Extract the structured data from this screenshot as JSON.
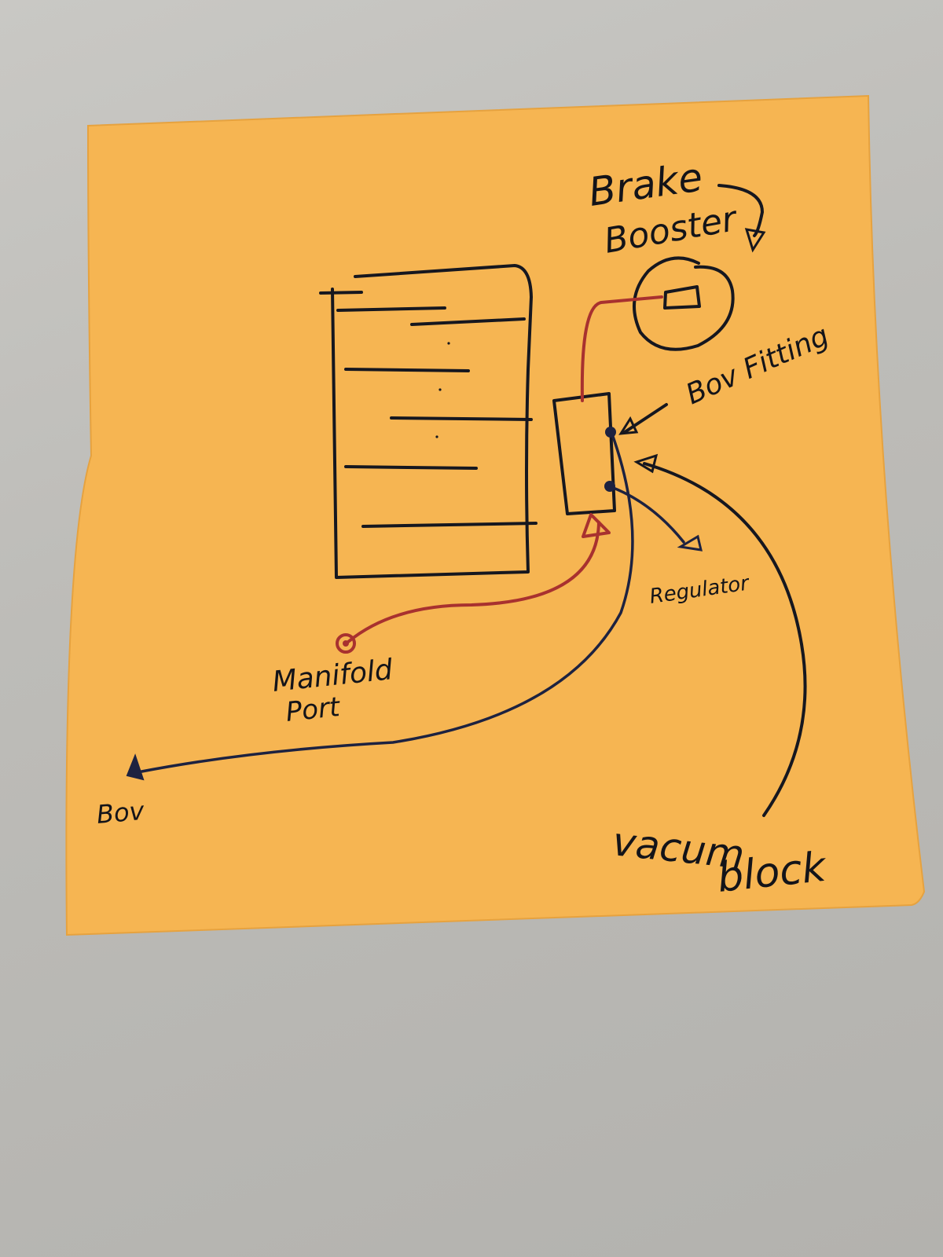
{
  "colors": {
    "note": "#f6b552",
    "background": "#c3c2be",
    "ink_black": "#16171f",
    "ink_blue": "#1d2240",
    "ink_red": "#a8312f"
  },
  "labels": {
    "brake_booster_line1": "Brake",
    "brake_booster_line2": "Booster",
    "bov_fitting": "Bov Fitting",
    "regulator": "Regulator",
    "manifold_port_line1": "Manifold",
    "manifold_port_line2": "Port",
    "bov": "Bov",
    "vacuum_block_line1": "vacum",
    "vacuum_block_line2": "block"
  }
}
